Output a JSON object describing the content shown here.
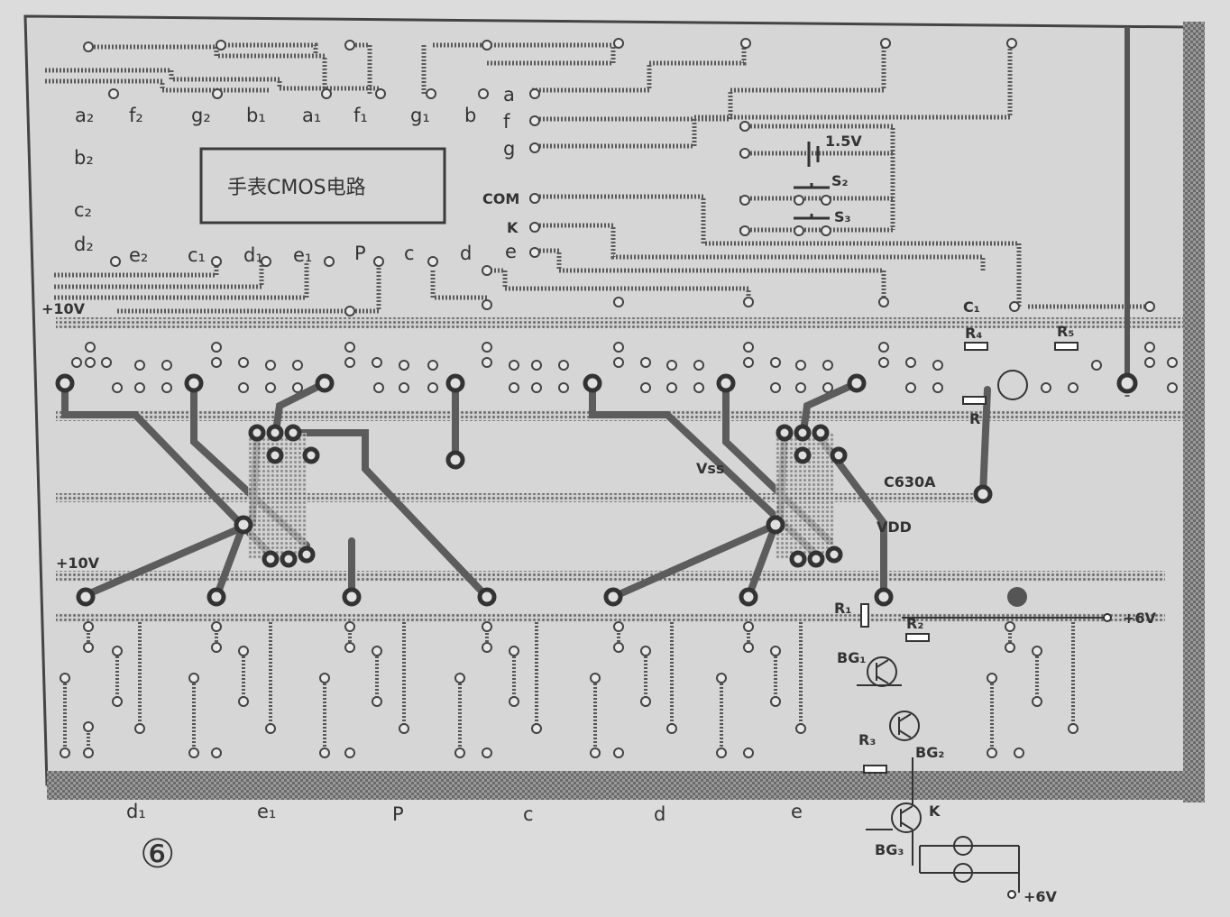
{
  "board": {
    "chip_label": "手表CMOS电路",
    "ic_label": "C630A",
    "vss_label": "Vss",
    "vdd_label": "VDD",
    "figure_number": "⑥"
  },
  "top_segments": [
    "a₂",
    "f₂",
    "g₂",
    "b₁",
    "a₁",
    "f₁",
    "g₁",
    "b"
  ],
  "left_segments": [
    "b₂",
    "c₂",
    "d₂"
  ],
  "right_segments": [
    "a",
    "f",
    "g",
    "COM",
    "K",
    "e"
  ],
  "row_segments": [
    "e₂",
    "c₁",
    "d₁",
    "e₁",
    "P",
    "c",
    "d"
  ],
  "bottom_labels": [
    "d₁",
    "e₁",
    "P",
    "c",
    "d",
    "e"
  ],
  "supply": {
    "plus10v_top": "+10V",
    "plus10v_mid": "+10V",
    "plus6v_right": "+6V",
    "plus6v_bottom": "+6V",
    "battery": "1.5V"
  },
  "components": {
    "s2": "S₂",
    "s3": "S₃",
    "c1": "C₁",
    "r4": "R₄",
    "r5": "R₅",
    "r_upper": "R",
    "r1": "R₁",
    "r2": "R₂",
    "r3": "R₃",
    "bg1": "BG₁",
    "bg2": "BG₂",
    "bg3": "BG₃",
    "k": "K"
  },
  "colors": {
    "paper": "#dcdcdc",
    "ink": "#3a3a3a",
    "trace": "#555555",
    "frame": "#505050"
  }
}
